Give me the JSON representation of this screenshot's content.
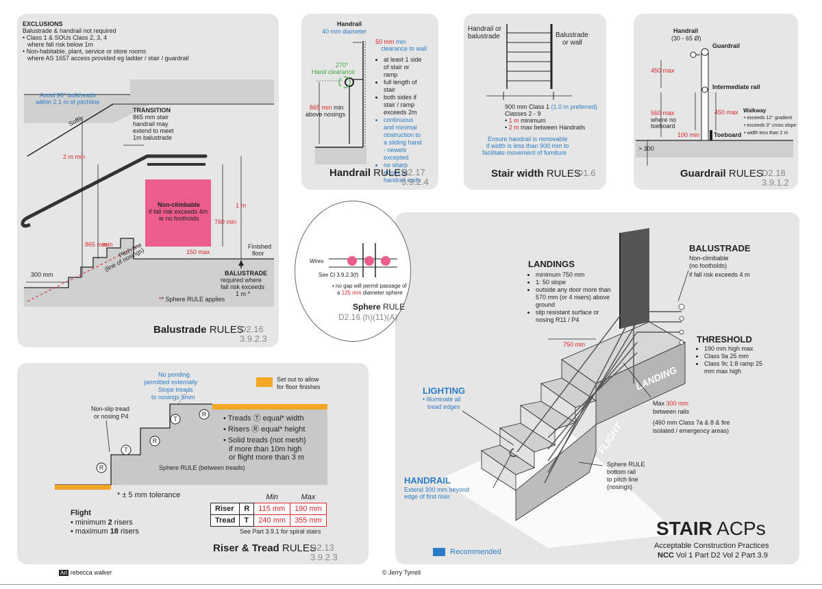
{
  "balustrade": {
    "exclusions_title": "EXCLUSIONS",
    "exclusions_line1": "Balustrade & handrail not required",
    "exclusions_line2": "• Class 1 & SOUs Class 2, 3, 4",
    "exclusions_line3": "where fall risk below 1m",
    "exclusions_line4": "• Non-habitable, plant, service or store rooms",
    "exclusions_line5": "where AS 1657 access provided eg ladder / stair / guardrail",
    "avoid_bulkheads_1": "Avoid 90° bulkheads",
    "avoid_bulkheads_2": "within 2.1 m of pitchline",
    "soffit": "Soffit",
    "transition_title": "TRANSITION",
    "transition_1": "865 mm stair",
    "transition_2": "handrail may",
    "transition_3": "extend to meet",
    "transition_4": "1m balustrade",
    "dim_2m": "2 m min",
    "dim_865": "865 mm",
    "dim_865_min": "min",
    "dim_300": "300 mm",
    "pitch_line_1": "Pitch line",
    "pitch_line_2": "(line of nosings)",
    "non_climbable_title": "Non-climbable",
    "non_climbable_1": "if fall risk exceeds 4m",
    "non_climbable_2": "ie no footholds",
    "dim_760": "760 min",
    "dim_1m": "1 m",
    "dim_150": "150 max",
    "finished_floor_1": "Finished",
    "finished_floor_2": "floor",
    "balustrade_title": "BALUSTRADE",
    "balustrade_1": "required where",
    "balustrade_2": "fall risk exceeds",
    "balustrade_3": "1 m *",
    "sphere_note": "* Sphere RULE applies",
    "title_bold": "Balustrade",
    "title_rest": " RULES",
    "code1": "D2.16",
    "code2": "3.9.2.3"
  },
  "handrail": {
    "heading": "Handrail",
    "diameter": "40 mm diameter",
    "clearance_red": "50 mm",
    "clearance_min": " min",
    "clearance_2": "clearance to wall",
    "hand_clear_1": "270°",
    "hand_clear_2": "Hand clearance",
    "above_1": "865 mm",
    "above_1b": " min",
    "above_2": "above nosings",
    "bullets": [
      "at least 1 side of stair or ramp",
      "full length of stair",
      "both sides if stair / ramp exceeds 2m"
    ],
    "bullet_blue_1": "continuous and minimal obstruction to a sliding hand - newels excepted",
    "bullet_blue_2": "no sharp edges to handrail ends",
    "title_bold": "Handrail",
    "title_rest": " RULES",
    "code1": "D2.17",
    "code2": "3.9.2.4"
  },
  "stairwidth": {
    "left_label_1": "Handrail or",
    "left_label_2": "balustrade",
    "right_label_1": "Balustrade",
    "right_label_2": "or wall",
    "class1": "900 mm Class 1 ",
    "class1_blue": "(1.0 m preferred)",
    "classes": "Classes 2 - 9",
    "min_red": "1 m",
    "min_rest": " minimum",
    "max_red": "2 m",
    "max_rest": " max between Handrails",
    "removable_1": "Ensure handrail is removable",
    "removable_2": "if width is less than 900 mm to",
    "removable_3": "facilitate movement of furniture",
    "title_bold": "Stair width",
    "title_rest": " RULES",
    "code1": "D1.6"
  },
  "guardrail": {
    "handrail": "Handrail",
    "handrail_dia": "(30 - 65 Ø)",
    "guardrail": "Guardrail",
    "dim_450": "450 max",
    "intermediate": "Intermediate rail",
    "dim_560_1": "560 max",
    "dim_560_2": "where no",
    "dim_560_3": "toeboard",
    "dim_450b": "450 max",
    "walkway_title": "Walkway",
    "walkway_1": "• exceeds 12° gradient",
    "walkway_2": "• exceeds 3° cross slope",
    "walkway_3": "• width less than 2 m",
    "dim_100": "100 min",
    "toeboard": "Toeboard",
    "dim_300": "> 300",
    "title_bold": "Guardrail",
    "title_rest": " RULES",
    "code1": "D2.18",
    "code2": "3.9.1.2"
  },
  "sphere": {
    "wires": "Wires",
    "see_cl": "See Cl 3.9.2.3(f)",
    "gap_1": "• no gap will permit passage of",
    "gap_2a": "a ",
    "gap_2b": "125 mm",
    "gap_2c": " diameter sphere",
    "title_bold": "Sphere",
    "title_rest": " RULE",
    "code": "D2.16 (h)(11)(A)"
  },
  "riser": {
    "no_ponding_1": "No ponding",
    "no_ponding_2": "permitted externally",
    "no_ponding_3": "Slope treads",
    "no_ponding_4": "to nosings 5mm",
    "setout_1": "Set out to allow",
    "setout_2": "for floor finishes",
    "nonslip_1": "Non-slip tread",
    "nonslip_2": "or nosing P4",
    "treads_eq": "• Treads",
    "treads_eq2": " equal* width",
    "risers_eq": "• Risers",
    "risers_eq2": " equal* height",
    "solid_1": "• Solid treads (not mesh)",
    "solid_2": "if more than 10m high",
    "solid_3": "or flight more than 3 m",
    "sphere_between": "Sphere RULE (between treads)",
    "tolerance": "*  ± 5 mm tolerance",
    "flight_title": "Flight",
    "flight_min_a": "• minimum ",
    "flight_min_b": "2",
    "flight_min_c": " risers",
    "flight_max_a": "• maximum ",
    "flight_max_b": "18",
    "flight_max_c": " risers",
    "table_min": "Min",
    "table_max": "Max",
    "riser_label": "Riser",
    "riser_sym": "R",
    "riser_min": "115 mm",
    "riser_max": "190 mm",
    "tread_label": "Tread",
    "tread_sym": "T",
    "tread_min": "240 mm",
    "tread_max": "355 mm",
    "spiral": "See Part 3.9.1 for spiral stairs",
    "title_bold": "Riser & Tread",
    "title_rest": " RULES",
    "code1": "D2.13",
    "code2": "3.9.2.3"
  },
  "main": {
    "landings_title": "LANDINGS",
    "landings": [
      "minimum 750 mm",
      "1: 50 slope",
      "outside any door more than 570 mm (or 4 risers) above ground",
      "slip resistant surface or nosing R11 / P4"
    ],
    "dim_750": "750 min",
    "balustrade_title": "BALUSTRADE",
    "balustrade_1": "Non-climbable",
    "balustrade_2": "(no footholds)",
    "balustrade_3": "if fall risk exceeds 4 m",
    "threshold_title": "THRESHOLD",
    "threshold": [
      "190 mm high max",
      "Class 9a 25 mm",
      "Class 9c 1:8 ramp 25 mm max high"
    ],
    "landing_word": "LANDING",
    "flight_word": "FLIGHT",
    "lighting_title": "LIGHTING",
    "lighting_1": "• Illuminate all",
    "lighting_2": "tread edges",
    "max300_a": "Max ",
    "max300_b": "300 mm",
    "max300_c": "between rails",
    "max300_d": "(460 mm Class 7a & 8 & fire",
    "max300_e": "isolated / emergency areas)",
    "sphere_rule_1": "Sphere RULE",
    "sphere_rule_2": "bottom rail",
    "sphere_rule_3": "to pitch line",
    "sphere_rule_4": "(nosings)",
    "handrail_title": "HANDRAIL",
    "handrail_1": "Extend 300 mm beyond",
    "handrail_2": "edge of first riser",
    "recommended": "Recommended",
    "big_title_bold": "STAIR",
    "big_title_rest": " ACPs",
    "subtitle": "Acceptable Construction Practices",
    "ncc_bold": "NCC",
    "ncc_rest": " Vol 1 Part D2 Vol 2 Part 3.9"
  },
  "footer": {
    "art_badge": "Art",
    "art_name": "rebecca walker",
    "copyright": "© Jerry Tyrrell"
  },
  "colors": {
    "pink": "#ec5c8c",
    "orange": "#f5a623",
    "blue": "#2b7bc4",
    "red": "#d9262b",
    "panel": "#e6e6e6"
  }
}
